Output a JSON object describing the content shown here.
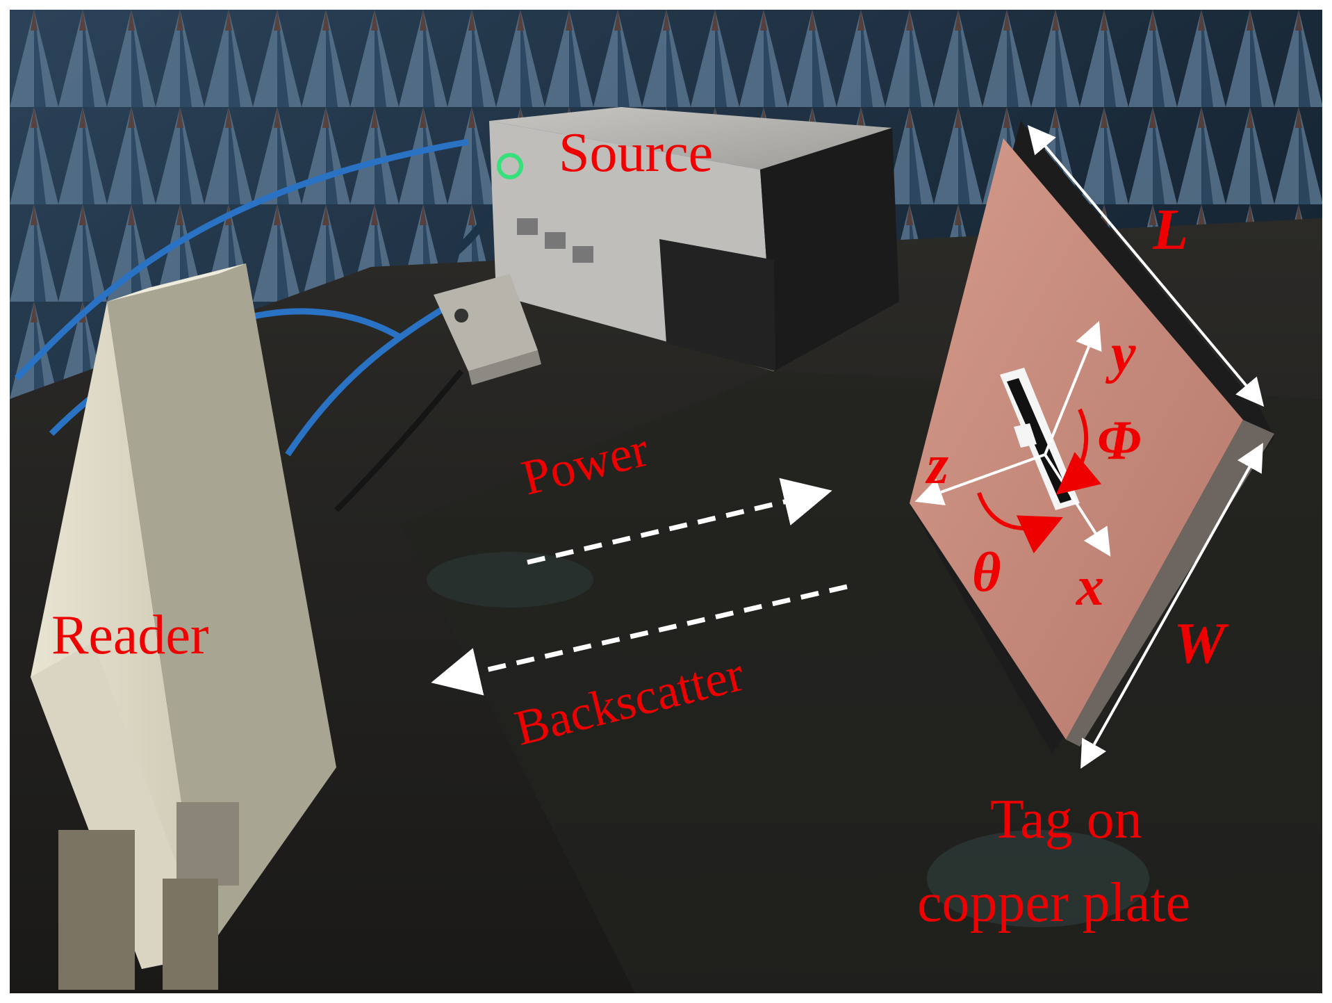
{
  "labels": {
    "source": "Source",
    "reader": "Reader",
    "power": "Power",
    "backscatter": "Backscatter",
    "tag_line1": "Tag on",
    "tag_line2": "copper plate",
    "length": "L",
    "width": "W",
    "axis_x": "x",
    "axis_y": "y",
    "axis_z": "z",
    "angle_theta": "θ",
    "angle_phi": "Φ"
  },
  "colors": {
    "label": "#ee0000",
    "arrow": "#ffffff",
    "copper": "#c98c7c"
  },
  "icons": {
    "power_arrow": "dashed-arrow-right",
    "backscatter_arrow": "dashed-arrow-left",
    "dimension_arrows": "double-headed-arrow"
  }
}
